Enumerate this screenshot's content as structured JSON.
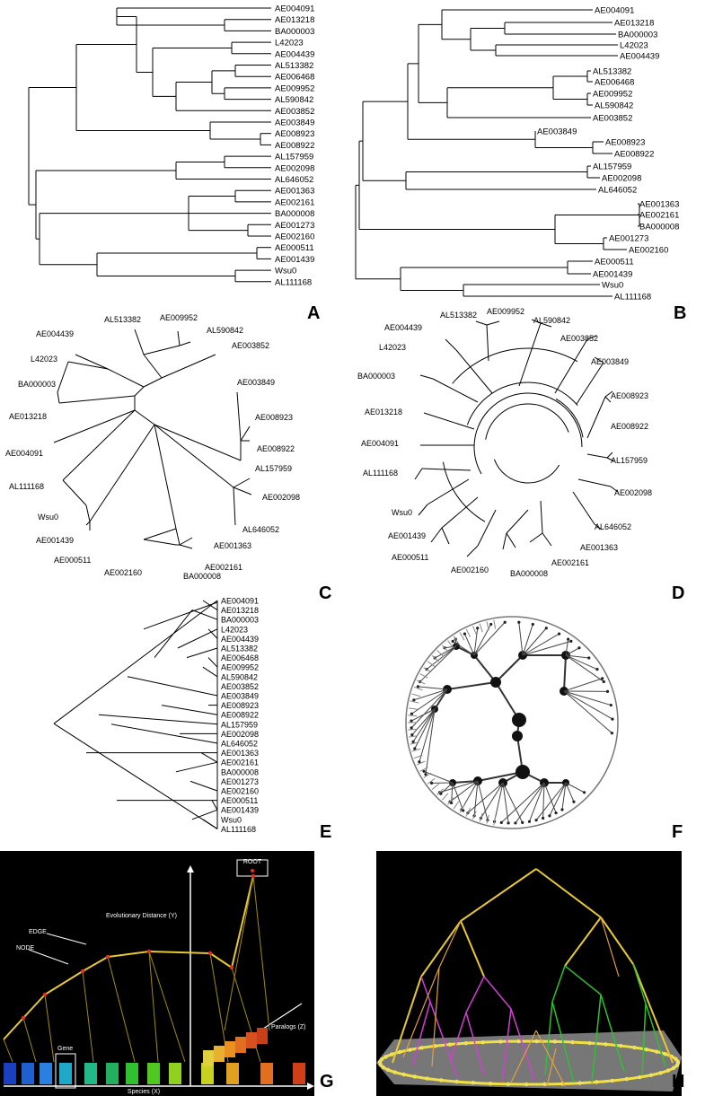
{
  "panels": {
    "A": {
      "label": "A"
    },
    "B": {
      "label": "B"
    },
    "C": {
      "label": "C"
    },
    "D": {
      "label": "D"
    },
    "E": {
      "label": "E"
    },
    "F": {
      "label": "F"
    },
    "G": {
      "label": "G"
    },
    "H": {
      "label": "H"
    }
  },
  "leaves": [
    "AE004091",
    "AE013218",
    "BA000003",
    "L42023",
    "AE004439",
    "AL513382",
    "AE006468",
    "AE009952",
    "AL590842",
    "AE003852",
    "AE003849",
    "AE008923",
    "AE008922",
    "AL157959",
    "AE002098",
    "AL646052",
    "AE001363",
    "AE002161",
    "BA000008",
    "AE001273",
    "AE002160",
    "AE000511",
    "AE001439",
    "Wsu0",
    "AL111168"
  ],
  "panel_g": {
    "root": "ROOT",
    "y_axis": "Evolutionary Distance (Y)",
    "x_axis": "Species (X)",
    "z_axis": "Paralogs (Z)",
    "edge": "EDGE",
    "node": "NODE",
    "gene": "Gene"
  },
  "colors": {
    "tree_line": "#000000",
    "g_background": "#000000",
    "h_background": "#000000",
    "edge_yellow": "#e8c830",
    "edge_magenta": "#d040d0",
    "edge_green": "#30c030",
    "ellipse_yellow": "#f0e040"
  }
}
